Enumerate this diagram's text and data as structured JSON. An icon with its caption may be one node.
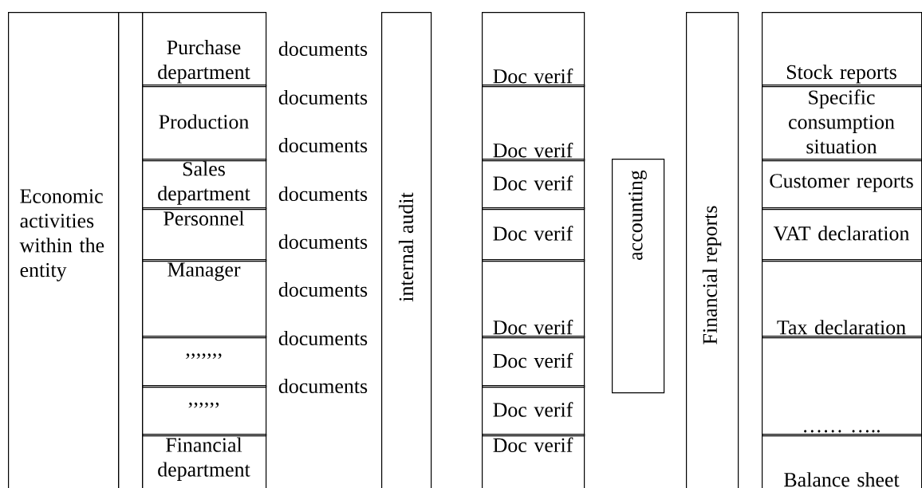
{
  "diagram": {
    "nodes": [
      {
        "text": [
          "Economic activities within the entity"
        ]
      },
      {
        "text": [],
        "shape": "box"
      },
      {
        "text": [
          "Purchase department"
        ]
      },
      {
        "text": [
          "Production"
        ]
      },
      {
        "text": [
          "Sales department"
        ]
      },
      {
        "text": [
          "Personnel"
        ]
      },
      {
        "text": [
          "Manager"
        ]
      },
      {
        "text": [
          "’’’’’’’"
        ]
      },
      {
        "text": [
          "’’’’’’"
        ]
      },
      {
        "text": [
          "Financial department"
        ]
      },
      {
        "text": [
          "internal audit"
        ]
      },
      {
        "text": [
          "Doc verif"
        ]
      },
      {
        "text": [
          "Doc verif"
        ]
      },
      {
        "text": [
          "Doc verif"
        ]
      },
      {
        "text": [
          "Doc verif"
        ]
      },
      {
        "text": [
          "Doc verif"
        ]
      },
      {
        "text": [
          "Doc verif"
        ]
      },
      {
        "text": [
          "Doc verif"
        ]
      },
      {
        "text": [
          "Doc verif"
        ]
      },
      {
        "text": [
          "accounting"
        ]
      },
      {
        "text": [
          "Financial reports"
        ]
      },
      {
        "text": [
          "Stock reports"
        ]
      },
      {
        "text": [
          "Specific consumption situation"
        ]
      },
      {
        "text": [
          "Customer reports"
        ]
      },
      {
        "text": [
          "VAT declaration"
        ]
      },
      {
        "text": [
          "Tax declaration"
        ]
      },
      {
        "text": [
          "…… ….."
        ]
      },
      {
        "text": [
          "Balance sheet"
        ]
      }
    ],
    "labels": [
      "documents",
      "documents",
      "documents",
      "documents",
      "documents",
      "documents",
      "documents",
      "documents"
    ]
  }
}
